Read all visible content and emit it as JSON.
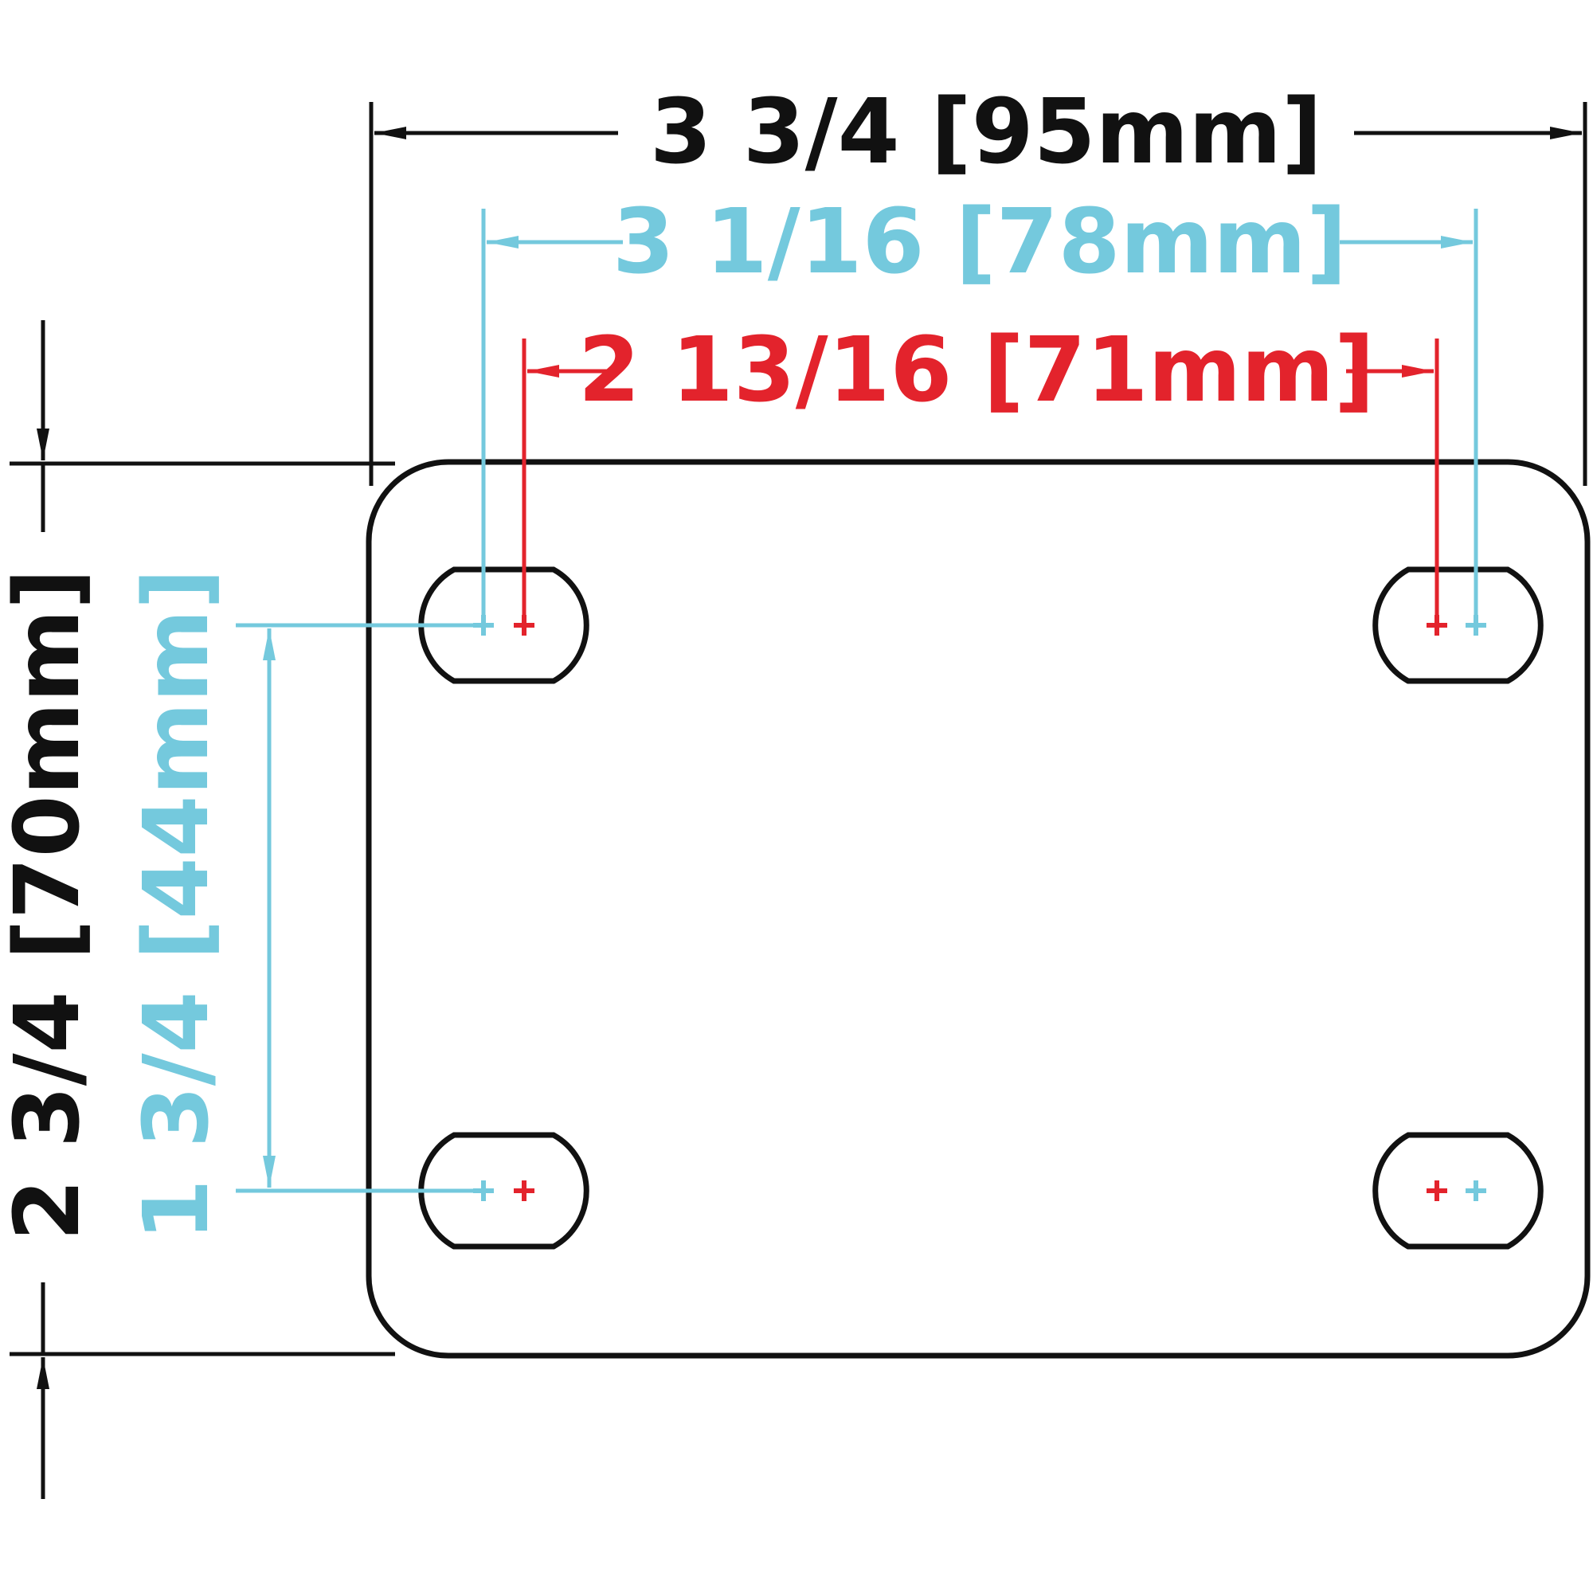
{
  "dimensions": {
    "overall_width": "3 3/4 [95mm]",
    "hole_outer_spacing": "3 1/16 [78mm]",
    "hole_inner_spacing": "2 13/16 [71mm]",
    "overall_height": "2 3/4 [70mm]",
    "hole_vertical_spacing": "1 3/4 [44mm]"
  },
  "colors": {
    "outline": "#111111",
    "outer_hole_pattern": "#74C9DD",
    "inner_hole_pattern": "#E3232C"
  }
}
